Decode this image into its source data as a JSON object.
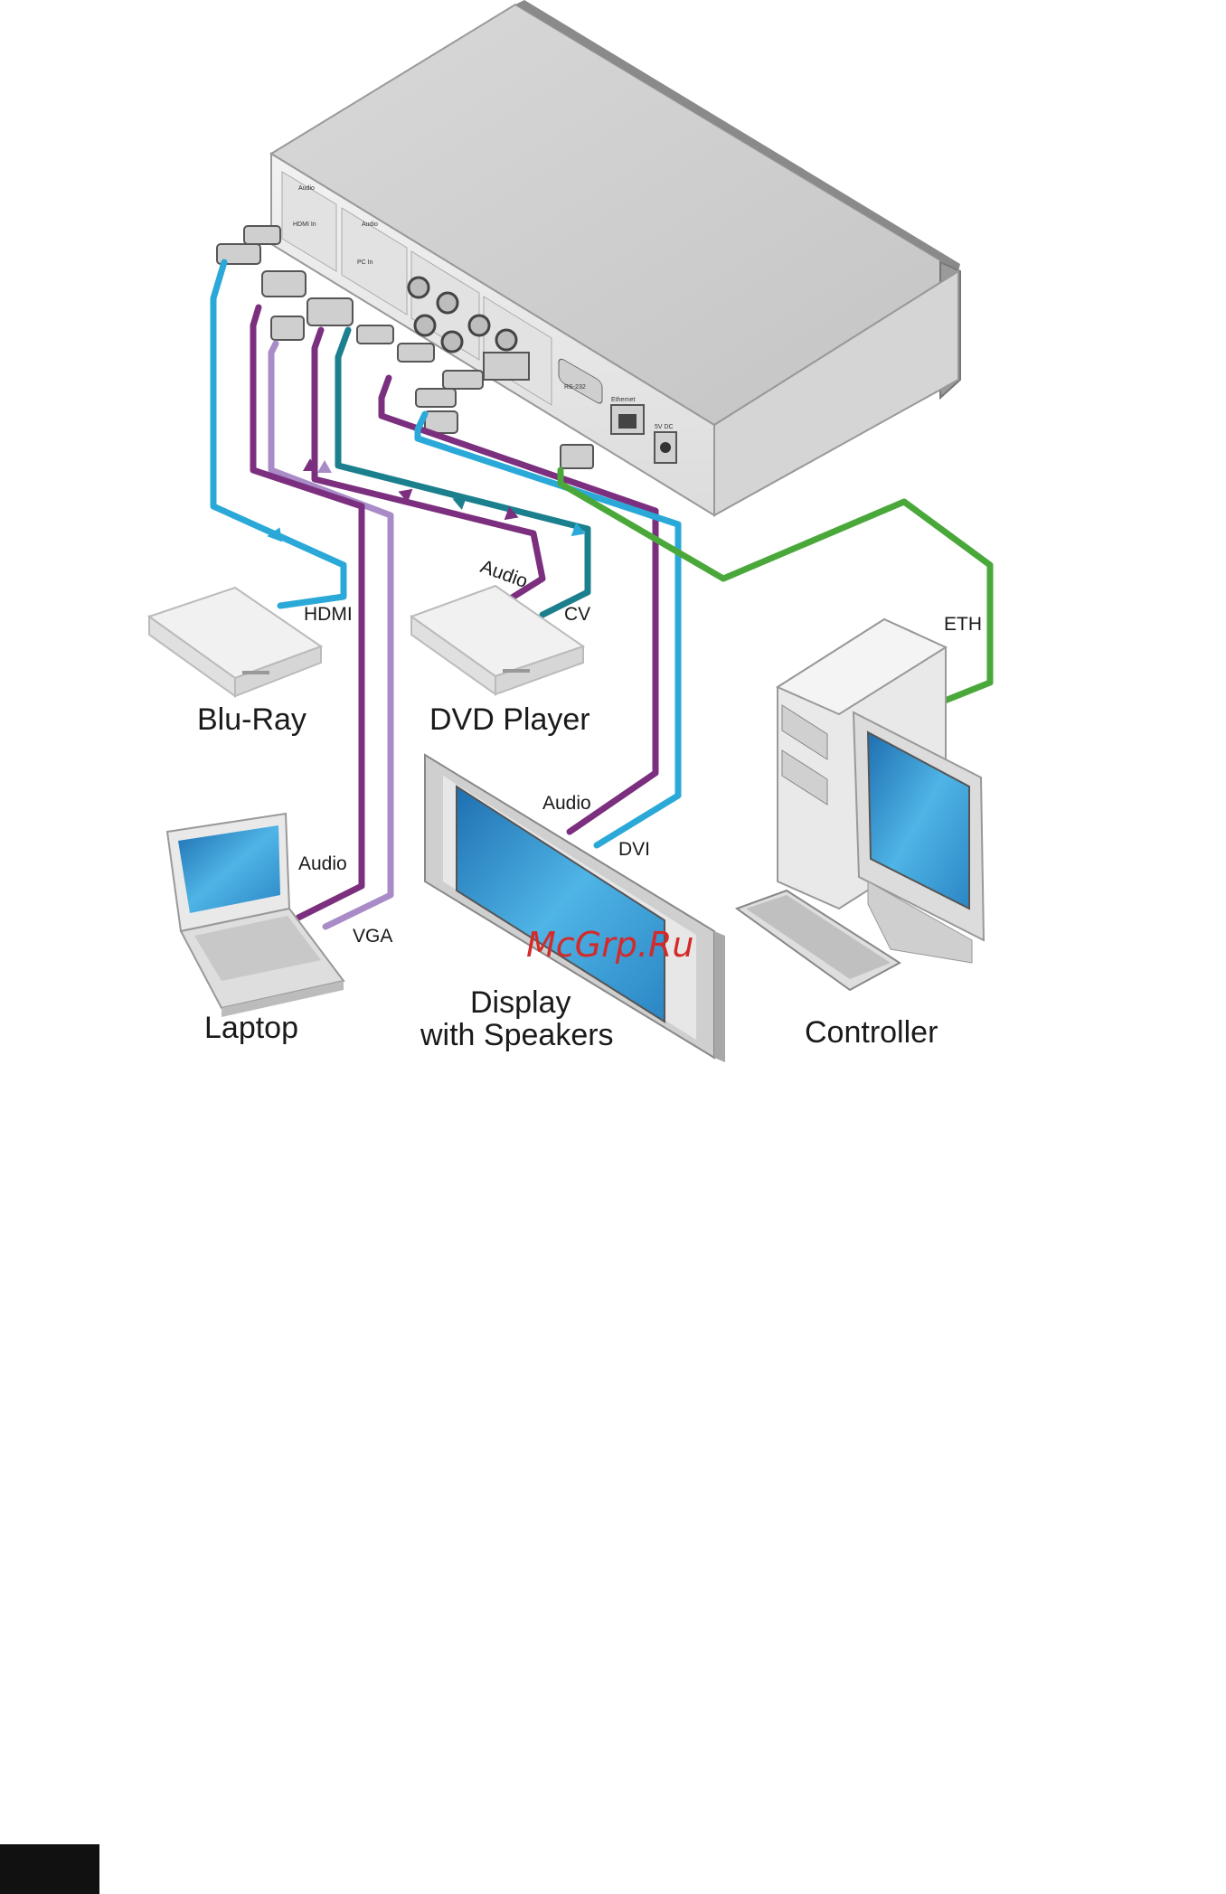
{
  "devices": {
    "bluray": "Blu-Ray",
    "dvd": "DVD Player",
    "laptop": "Laptop",
    "display_line1": "Display",
    "display_line2": "with Speakers",
    "controller": "Controller"
  },
  "cables": {
    "hdmi": "HDMI",
    "dvd_audio": "Audio",
    "cv": "CV",
    "display_audio": "Audio",
    "dvi": "DVI",
    "laptop_audio": "Audio",
    "vga": "VGA",
    "eth": "ETH"
  },
  "ports": {
    "audio": "Audio",
    "hdmi_in": "HDMI In",
    "audio2": "Audio",
    "pc_in": "PC In",
    "rs232": "RS-232",
    "ethernet": "Ethernet",
    "power": "5V DC"
  },
  "watermark": "McGrp.Ru",
  "colors": {
    "hdmi_cable": "#2aa9d8",
    "audio_cable": "#7b2f7e",
    "vga_cable": "#a88bc7",
    "cv_cable": "#1b7f8e",
    "dvi_cable": "#2aa9d8",
    "eth_cable": "#4aa83a",
    "device_fill": "#e6e6e6",
    "screen_blue": "#3aa2d8",
    "watermark": "#d42a2a"
  }
}
